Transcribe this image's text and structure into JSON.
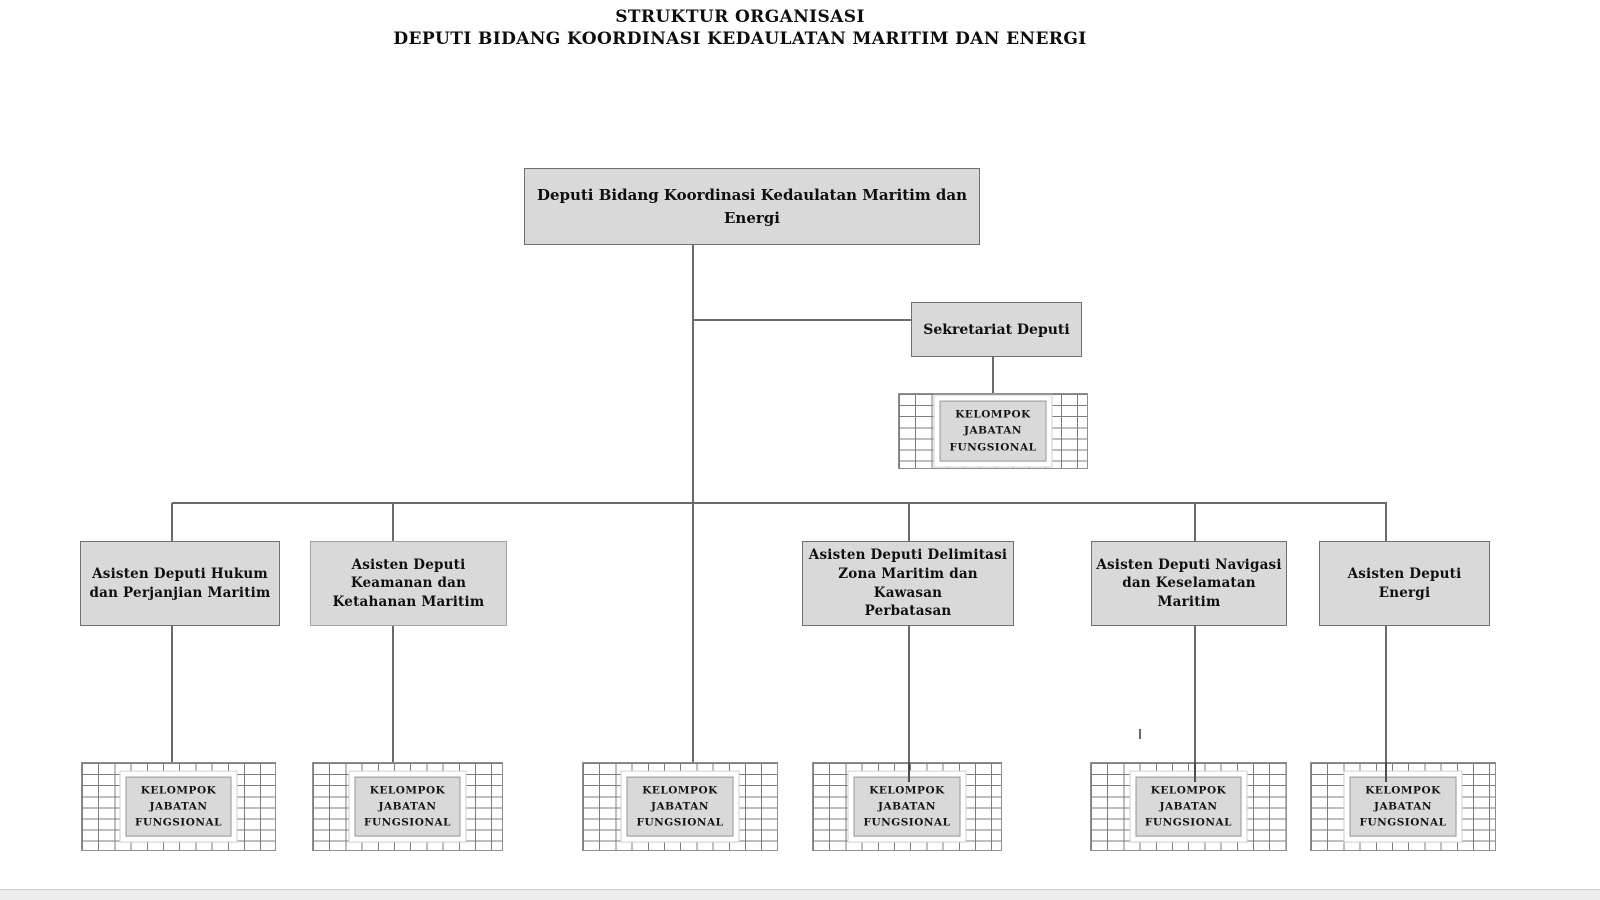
{
  "page": {
    "title_line1": "STRUKTUR ORGANISASI",
    "title_line2": "DEPUTI BIDANG KOORDINASI KEDAULATAN MARITIM DAN ENERGI"
  },
  "org": {
    "root": {
      "label": "Deputi Bidang Koordinasi Kedaulatan Maritim dan\nEnergi"
    },
    "secretariat": {
      "label": "Sekretariat Deputi"
    },
    "functional_group": {
      "label": "KELOMPOK\nJABATAN FUNGSIONAL"
    },
    "deputies": [
      {
        "label": "Asisten Deputi Hukum\ndan Perjanjian Maritim"
      },
      {
        "label": "Asisten Deputi\nKeamanan dan\nKetahanan Maritim"
      },
      {
        "label": "Asisten Deputi Delimitasi\nZona Maritim dan Kawasan\nPerbatasan"
      },
      {
        "label": "Asisten Deputi Navigasi\ndan Keselamatan\nMaritim"
      },
      {
        "label": "Asisten Deputi\nEnergi"
      }
    ]
  },
  "colors": {
    "box_fill": "#d9d9d9",
    "box_border": "#6f6f6f",
    "connector": "#6a6a6a",
    "text": "#0f0f0f",
    "page_background": "#ffffff"
  }
}
